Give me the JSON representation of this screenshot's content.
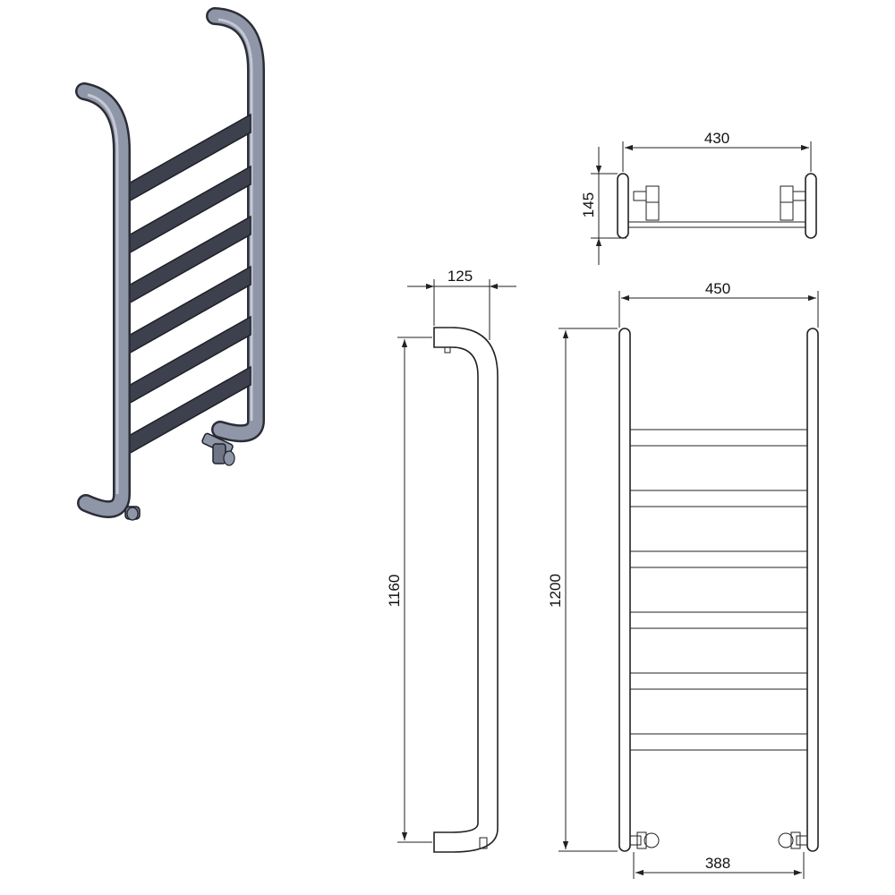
{
  "dimensions": {
    "plan_width": "430",
    "plan_depth": "145",
    "side_depth": "125",
    "side_height": "1160",
    "front_width": "450",
    "front_height": "1200",
    "pipe_centres": "388"
  },
  "colors": {
    "rail_fill": "#8f96a8",
    "rail_shadow": "#5c6274",
    "bar_fill": "#3d404d",
    "line": "#222222"
  }
}
